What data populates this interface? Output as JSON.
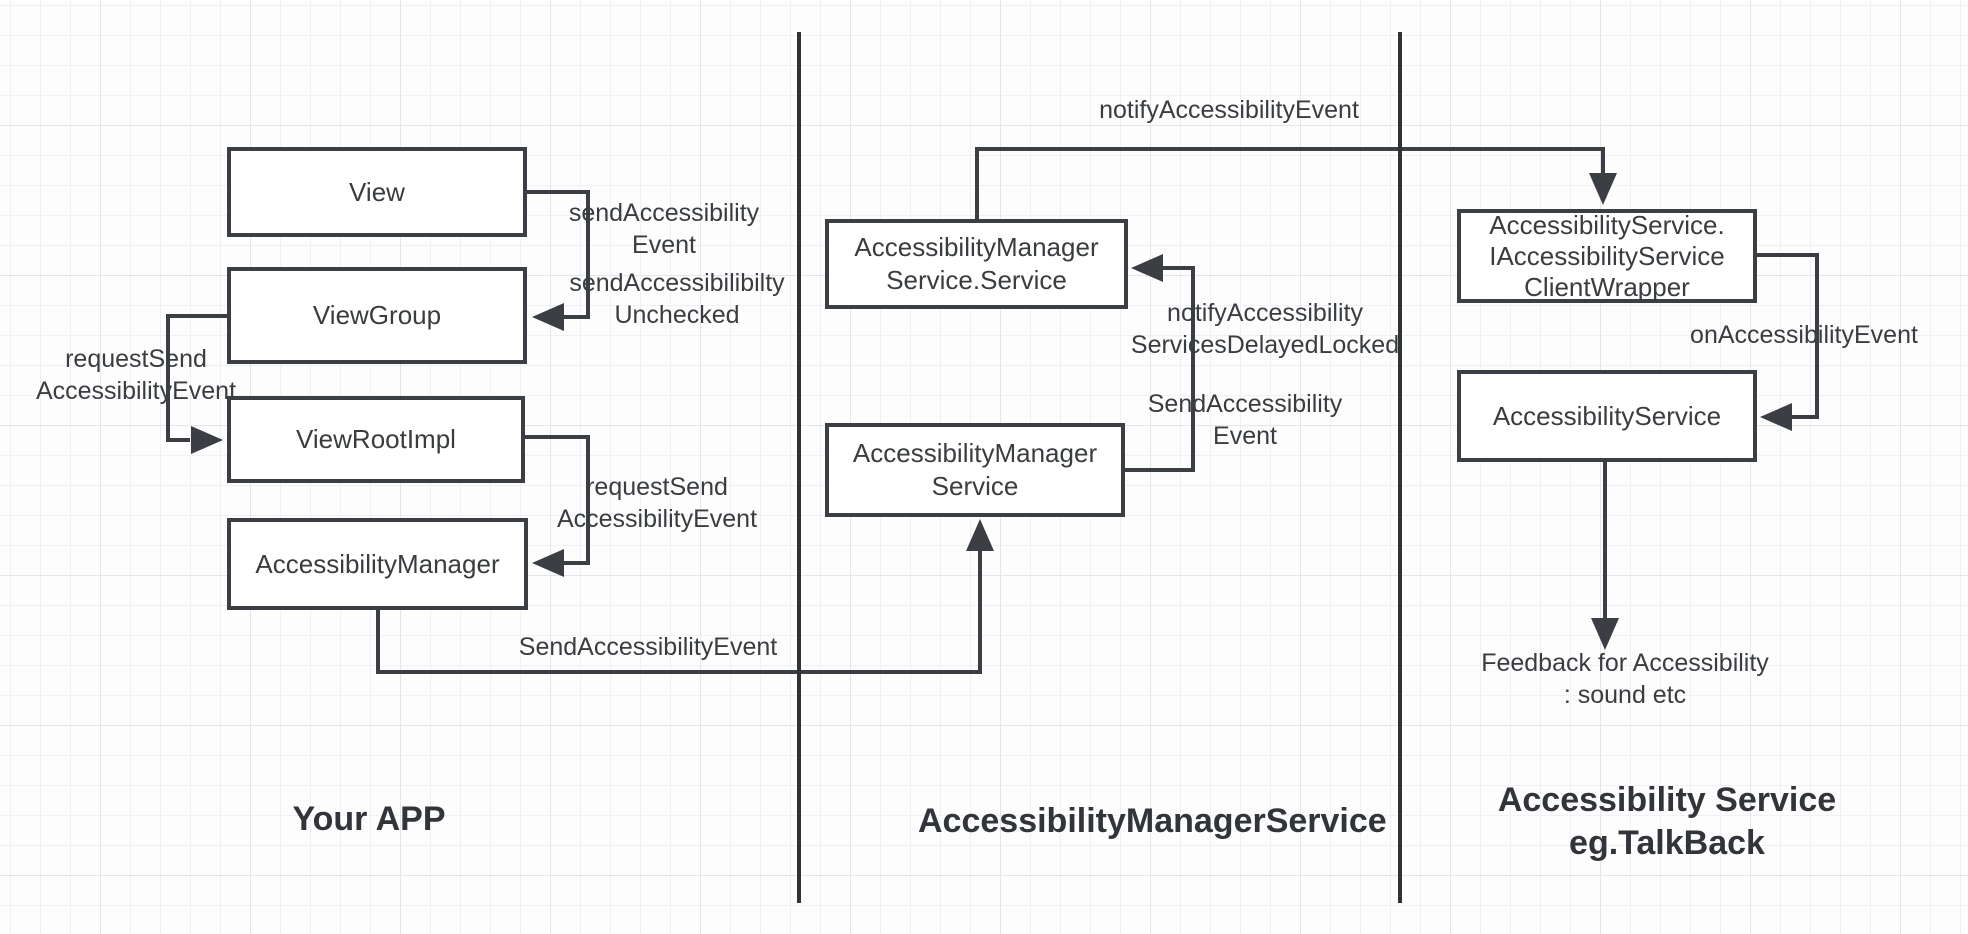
{
  "diagram": {
    "boxes": {
      "view": {
        "lines": [
          "View"
        ]
      },
      "viewgroup": {
        "lines": [
          "ViewGroup"
        ]
      },
      "viewrootimpl": {
        "lines": [
          "ViewRootImpl"
        ]
      },
      "accessibility_manager": {
        "lines": [
          "AccessibilityManager"
        ]
      },
      "ams_service": {
        "lines": [
          "AccessibilityManager",
          "Service.Service"
        ]
      },
      "ams": {
        "lines": [
          "AccessibilityManager",
          "Service"
        ]
      },
      "client_wrapper": {
        "lines": [
          "AccessibilityService.",
          "IAccessibilityService",
          "ClientWrapper"
        ]
      },
      "accessibility_service": {
        "lines": [
          "AccessibilityService"
        ]
      }
    },
    "edge_labels": {
      "send_accessibility_event": {
        "lines": [
          "sendAccessibility",
          "Event"
        ]
      },
      "send_accessibilibilty_unchecked": {
        "lines": [
          "sendAccessibilibilty",
          "Unchecked"
        ]
      },
      "request_send_left": {
        "lines": [
          "requestSend",
          "AccessibilityEvent"
        ]
      },
      "request_send_right": {
        "lines": [
          "requestSend",
          "AccessibilityEvent"
        ]
      },
      "send_accessibility_event_bottom": {
        "lines": [
          "SendAccessibilityEvent"
        ]
      },
      "notify_accessibility_event": {
        "lines": [
          "notifyAccessibilityEvent"
        ]
      },
      "notify_services_delayed_locked": {
        "lines": [
          "notifyAccessibility",
          "ServicesDelayedLocked"
        ]
      },
      "send_accessibility_mid": {
        "lines": [
          "SendAccessibility",
          "Event"
        ]
      },
      "on_accessibility_event": {
        "lines": [
          "onAccessibilityEvent"
        ]
      },
      "feedback": {
        "lines": [
          "Feedback for Accessibility",
          ": sound etc"
        ]
      }
    },
    "lane_titles": {
      "your_app": {
        "lines": [
          "Your APP"
        ]
      },
      "ams": {
        "lines": [
          "AccessibilityManagerService"
        ]
      },
      "a11y_service": {
        "lines": [
          "Accessibility Service",
          "eg.TalkBack"
        ]
      }
    },
    "colors": {
      "stroke": "#3b3e42",
      "text": "#3a3d40",
      "divider": "#303336",
      "box_fill": "#ffffff",
      "background": "#fdfdfe",
      "grid_minor": "#eff1f4",
      "grid_major": "#e3e6ea"
    }
  }
}
